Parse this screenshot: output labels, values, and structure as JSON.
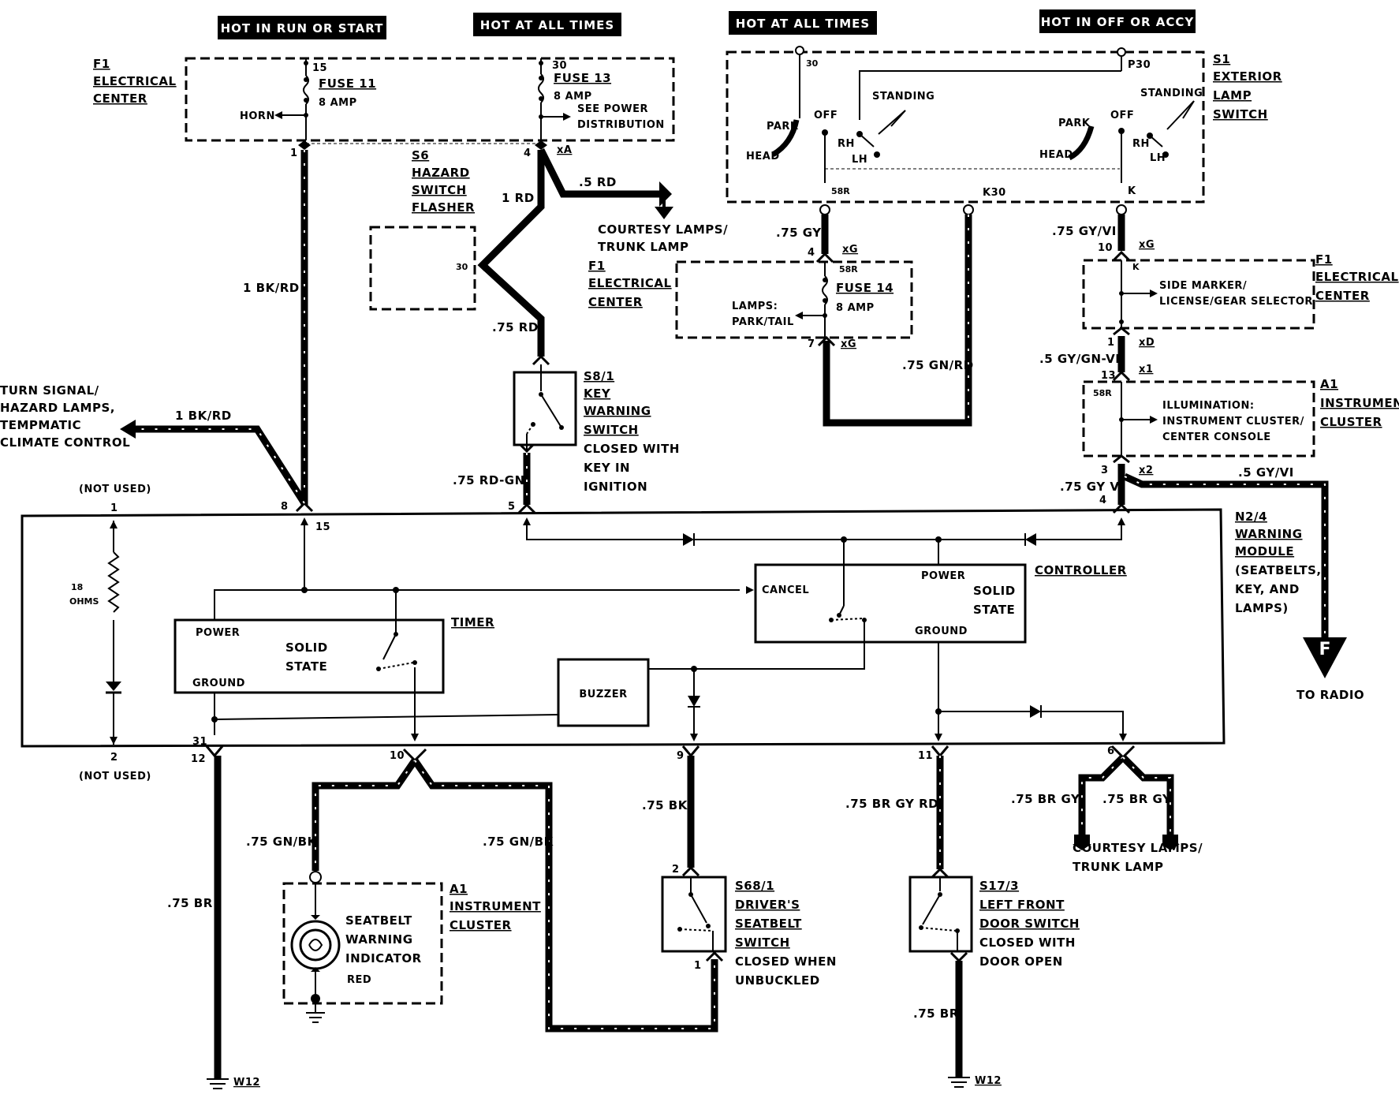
{
  "supply_labels": {
    "hot_run_start": "HOT IN RUN OR START",
    "hot_all_times_1": "HOT AT ALL TIMES",
    "hot_all_times_2": "HOT AT ALL TIMES",
    "hot_off_accy": "HOT IN OFF OR ACCY"
  },
  "components": {
    "f1_top": [
      "F1",
      "ELECTRICAL",
      "CENTER"
    ],
    "fuse11": {
      "name": "FUSE 11",
      "rating": "8 AMP",
      "pin": "15",
      "horn": "HORN"
    },
    "fuse13": {
      "name": "FUSE 13",
      "rating": "8 AMP",
      "pin": "30",
      "note1": "SEE POWER",
      "note2": "DISTRIBUTION"
    },
    "s6": [
      "S6",
      "HAZARD",
      "SWITCH",
      "FLASHER"
    ],
    "s6_pin": "30",
    "s1": [
      "S1",
      "EXTERIOR",
      "LAMP",
      "SWITCH"
    ],
    "s1_labels": {
      "pin30": "30",
      "p30": "P30",
      "park1": "PARK",
      "head1": "HEAD",
      "off1": "OFF",
      "rh1": "RH",
      "lh1": "LH",
      "standing1": "STANDING",
      "park2": "PARK",
      "head2": "HEAD",
      "off2": "OFF",
      "rh2": "RH",
      "lh2": "LH",
      "standing2": "STANDING",
      "p58r": "58R",
      "k30": "K30",
      "k": "K"
    },
    "f1_mid": [
      "F1",
      "ELECTRICAL",
      "CENTER"
    ],
    "fuse14": {
      "name": "FUSE 14",
      "rating": "8 AMP",
      "pin": "58R",
      "lamps1": "LAMPS:",
      "lamps2": "PARK/TAIL"
    },
    "f1_right": [
      "F1",
      "ELECTRICAL",
      "CENTER"
    ],
    "f1_right_inner": {
      "k": "K",
      "line1": "SIDE MARKER/",
      "line2": "LICENSE/GEAR SELECTOR"
    },
    "a1_top": [
      "A1",
      "INSTRUMENT",
      "CLUSTER"
    ],
    "a1_top_inner": {
      "pin": "58R",
      "line1": "ILLUMINATION:",
      "line2": "INSTRUMENT CLUSTER/",
      "line3": "CENTER CONSOLE"
    },
    "s8": [
      "S8/1",
      "KEY",
      "WARNING",
      "SWITCH"
    ],
    "s8_note": [
      "CLOSED WITH",
      "KEY IN",
      "IGNITION"
    ],
    "n24": [
      "N2/4",
      "WARNING",
      "MODULE"
    ],
    "n24_note": [
      "(SEATBELTS,",
      "KEY, AND",
      "LAMPS)"
    ],
    "timer": {
      "label": "TIMER",
      "power": "POWER",
      "solid": "SOLID",
      "state": "STATE",
      "ground": "GROUND"
    },
    "controller": {
      "label": "CONTROLLER",
      "cancel": "CANCEL",
      "power": "POWER",
      "solid": "SOLID",
      "state": "STATE",
      "ground": "GROUND"
    },
    "buzzer": "BUZZER",
    "resistor": {
      "value": "18",
      "unit": "OHMS"
    },
    "a1_bottom": [
      "A1",
      "INSTRUMENT",
      "CLUSTER"
    ],
    "seatbelt_ind": [
      "SEATBELT",
      "WARNING",
      "INDICATOR",
      "RED"
    ],
    "s68": [
      "S68/1",
      "DRIVER'S",
      "SEATBELT",
      "SWITCH"
    ],
    "s68_note": [
      "CLOSED WHEN",
      "UNBUCKLED"
    ],
    "s173": [
      "S17/3",
      "LEFT FRONT",
      "DOOR SWITCH"
    ],
    "s173_note": [
      "CLOSED WITH",
      "DOOR OPEN"
    ]
  },
  "destinations": {
    "courtesy_top": [
      "COURTESY LAMPS/",
      "TRUNK LAMP"
    ],
    "turn_signal": [
      "TURN SIGNAL/",
      "HAZARD LAMPS,",
      "TEMPMATIC",
      "CLIMATE CONTROL"
    ],
    "courtesy_bottom": [
      "COURTESY LAMPS/",
      "TRUNK LAMP"
    ],
    "to_radio": "TO RADIO",
    "connector_f": "F",
    "ground1": "W12",
    "ground2": "W12"
  },
  "wires": {
    "w1_bkrd": "1 BK/RD",
    "w1_rd": "1 RD",
    "w05_rd": ".5 RD",
    "w075_rd": ".75 RD",
    "w075_rdgn": ".75 RD-GN",
    "w1_bkrd_ts": "1 BK/RD",
    "w075_gy": ".75 GY",
    "w075_gnrd": ".75 GN/RD",
    "w075_gyvi": ".75 GY/VI",
    "w05_gygnvi": ".5 GY/GN-VI",
    "w075_gyvi2": ".75 GY VI",
    "w05_gyvi": ".5 GY/VI",
    "w075_gnbk1": ".75 GN/BK",
    "w075_gnbk2": ".75 GN/BK",
    "w075_br1": ".75 BR",
    "w075_bk": ".75 BK",
    "w075_brgyrd": ".75 BR GY RD",
    "w075_brgy1": ".75 BR GY",
    "w075_brgy2": ".75 BR GY",
    "w075_br2": ".75 BR"
  },
  "pins": {
    "p1_top": "1",
    "p4_top": "4",
    "xA": "xA",
    "p4_xg": "4",
    "xG1": "xG",
    "p7": "7",
    "xG2": "xG",
    "p10": "10",
    "xG3": "xG",
    "p1_xd": "1",
    "xD": "xD",
    "p13": "13",
    "x1": "x1",
    "p3": "3",
    "x2": "x2",
    "p4_mod": "4",
    "m1": "1",
    "m8": "8",
    "m15": "15",
    "m5": "5",
    "m2": "2",
    "m31": "31",
    "m12": "12",
    "m10": "10",
    "m9": "9",
    "m11": "11",
    "m6": "6",
    "s68_2": "2",
    "s68_1": "1",
    "not_used_1": "(NOT USED)",
    "not_used_2": "(NOT USED)"
  }
}
